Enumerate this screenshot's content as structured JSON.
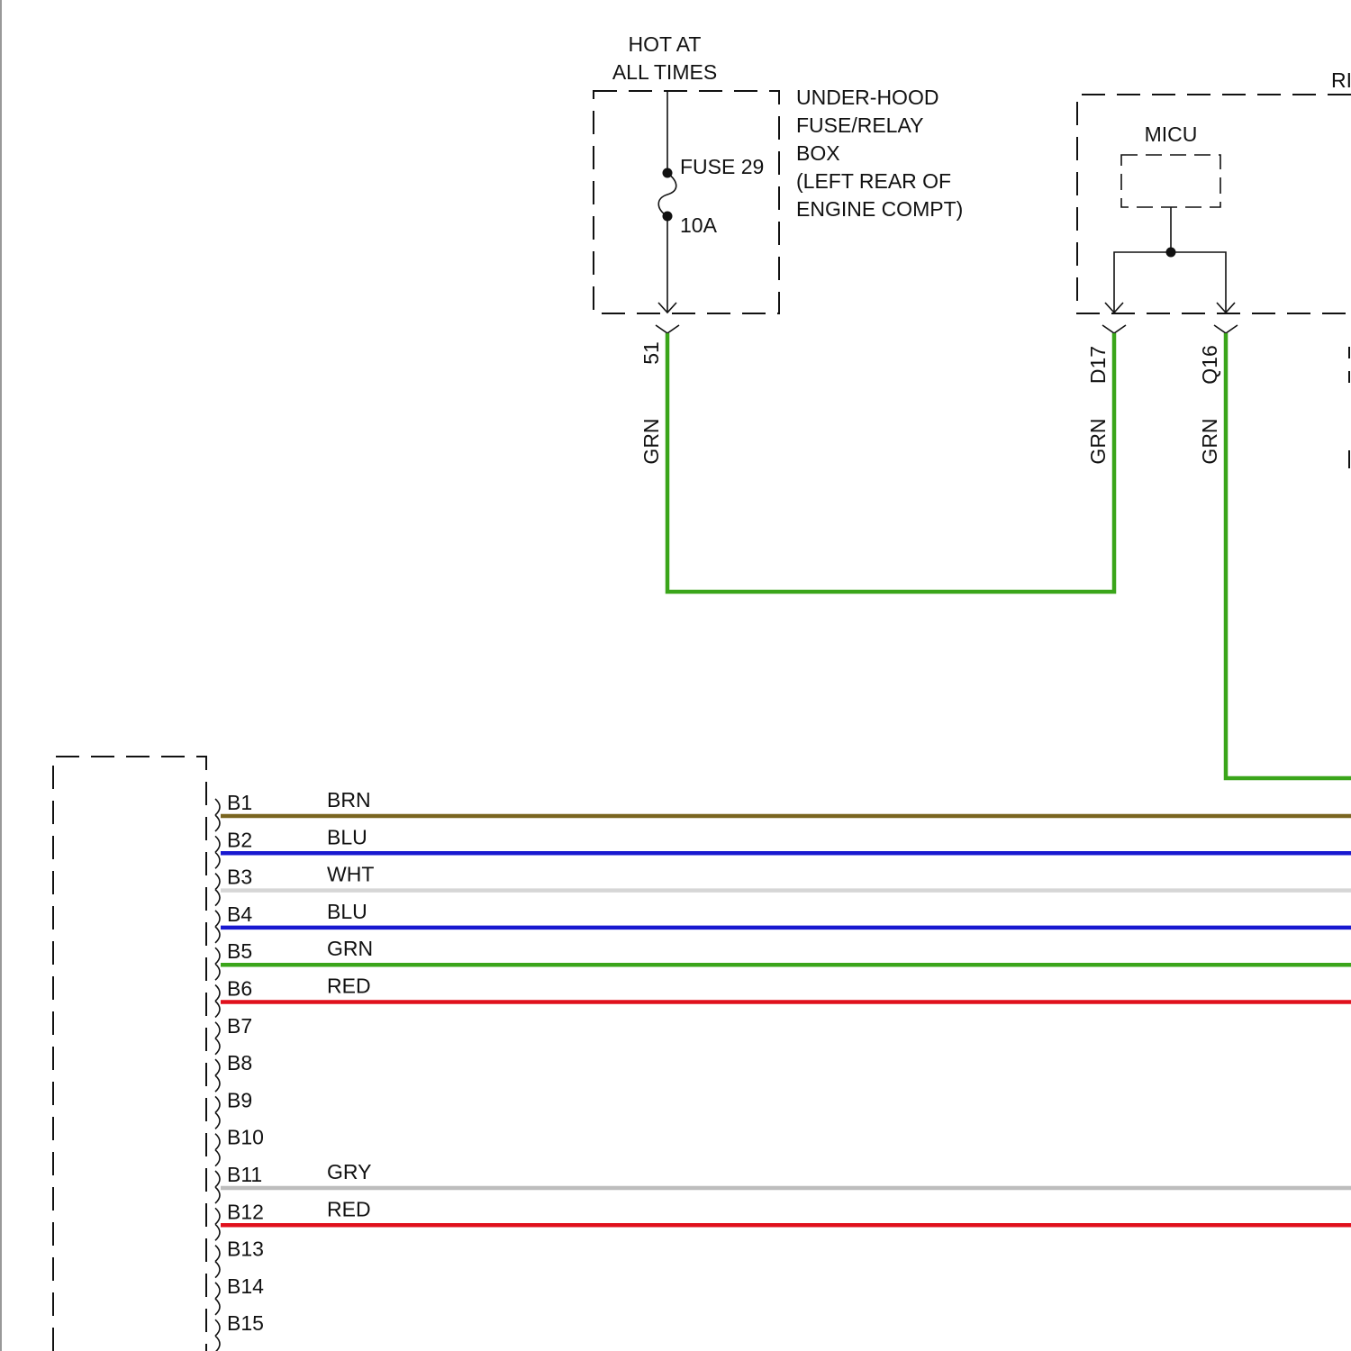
{
  "fuse_box": {
    "supply": [
      "HOT AT",
      "ALL TIMES"
    ],
    "name": [
      "UNDER-HOOD",
      "FUSE/RELAY",
      "BOX",
      "(LEFT REAR OF",
      "ENGINE COMPT)"
    ],
    "fuse": "FUSE 29",
    "rating": "10A",
    "terminal": "51",
    "wire_color": "GRN"
  },
  "right_box": {
    "title_fragment": "RI",
    "module": "MICU",
    "terminal_left": "D17",
    "terminal_right": "Q16",
    "wire_color_left": "GRN",
    "wire_color_right": "GRN"
  },
  "connector": {
    "terminals": [
      {
        "pin": "B1",
        "wire": "BRN",
        "color": "#7a6520"
      },
      {
        "pin": "B2",
        "wire": "BLU",
        "color": "#1818d0"
      },
      {
        "pin": "B3",
        "wire": "WHT",
        "color": "#d6d6d6"
      },
      {
        "pin": "B4",
        "wire": "BLU",
        "color": "#1818d0"
      },
      {
        "pin": "B5",
        "wire": "GRN",
        "color": "#3aa51a"
      },
      {
        "pin": "B6",
        "wire": "RED",
        "color": "#e0101c"
      },
      {
        "pin": "B7",
        "wire": "",
        "color": ""
      },
      {
        "pin": "B8",
        "wire": "",
        "color": ""
      },
      {
        "pin": "B9",
        "wire": "",
        "color": ""
      },
      {
        "pin": "B10",
        "wire": "",
        "color": ""
      },
      {
        "pin": "B11",
        "wire": "GRY",
        "color": "#bdbdbd"
      },
      {
        "pin": "B12",
        "wire": "RED",
        "color": "#e0101c"
      },
      {
        "pin": "B13",
        "wire": "",
        "color": ""
      },
      {
        "pin": "B14",
        "wire": "",
        "color": ""
      },
      {
        "pin": "B15",
        "wire": "",
        "color": ""
      }
    ]
  },
  "colors": {
    "green_wire": "#3aa51a",
    "line": "#111111"
  }
}
